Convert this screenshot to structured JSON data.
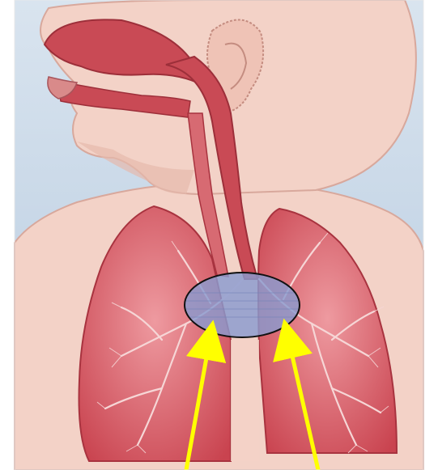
{
  "figure": {
    "subject": "respiratory-system-illustration",
    "labels": []
  },
  "colors": {
    "sky": "#b9cde3",
    "skin": "#f3d2c7",
    "skin_shadow": "#e2b2a6",
    "airway": "#c94a55",
    "airway_dark": "#a8333f",
    "lung": "#d9626b",
    "lung_light": "#ee9aa0",
    "lung_veins": "#f6d6d6",
    "highlight_fill": "#8a9bcf",
    "highlight_stroke": "#111111",
    "arrow": "#ffff00"
  },
  "icons": {
    "highlight": "oval-highlight",
    "pointer": "arrow-up"
  }
}
